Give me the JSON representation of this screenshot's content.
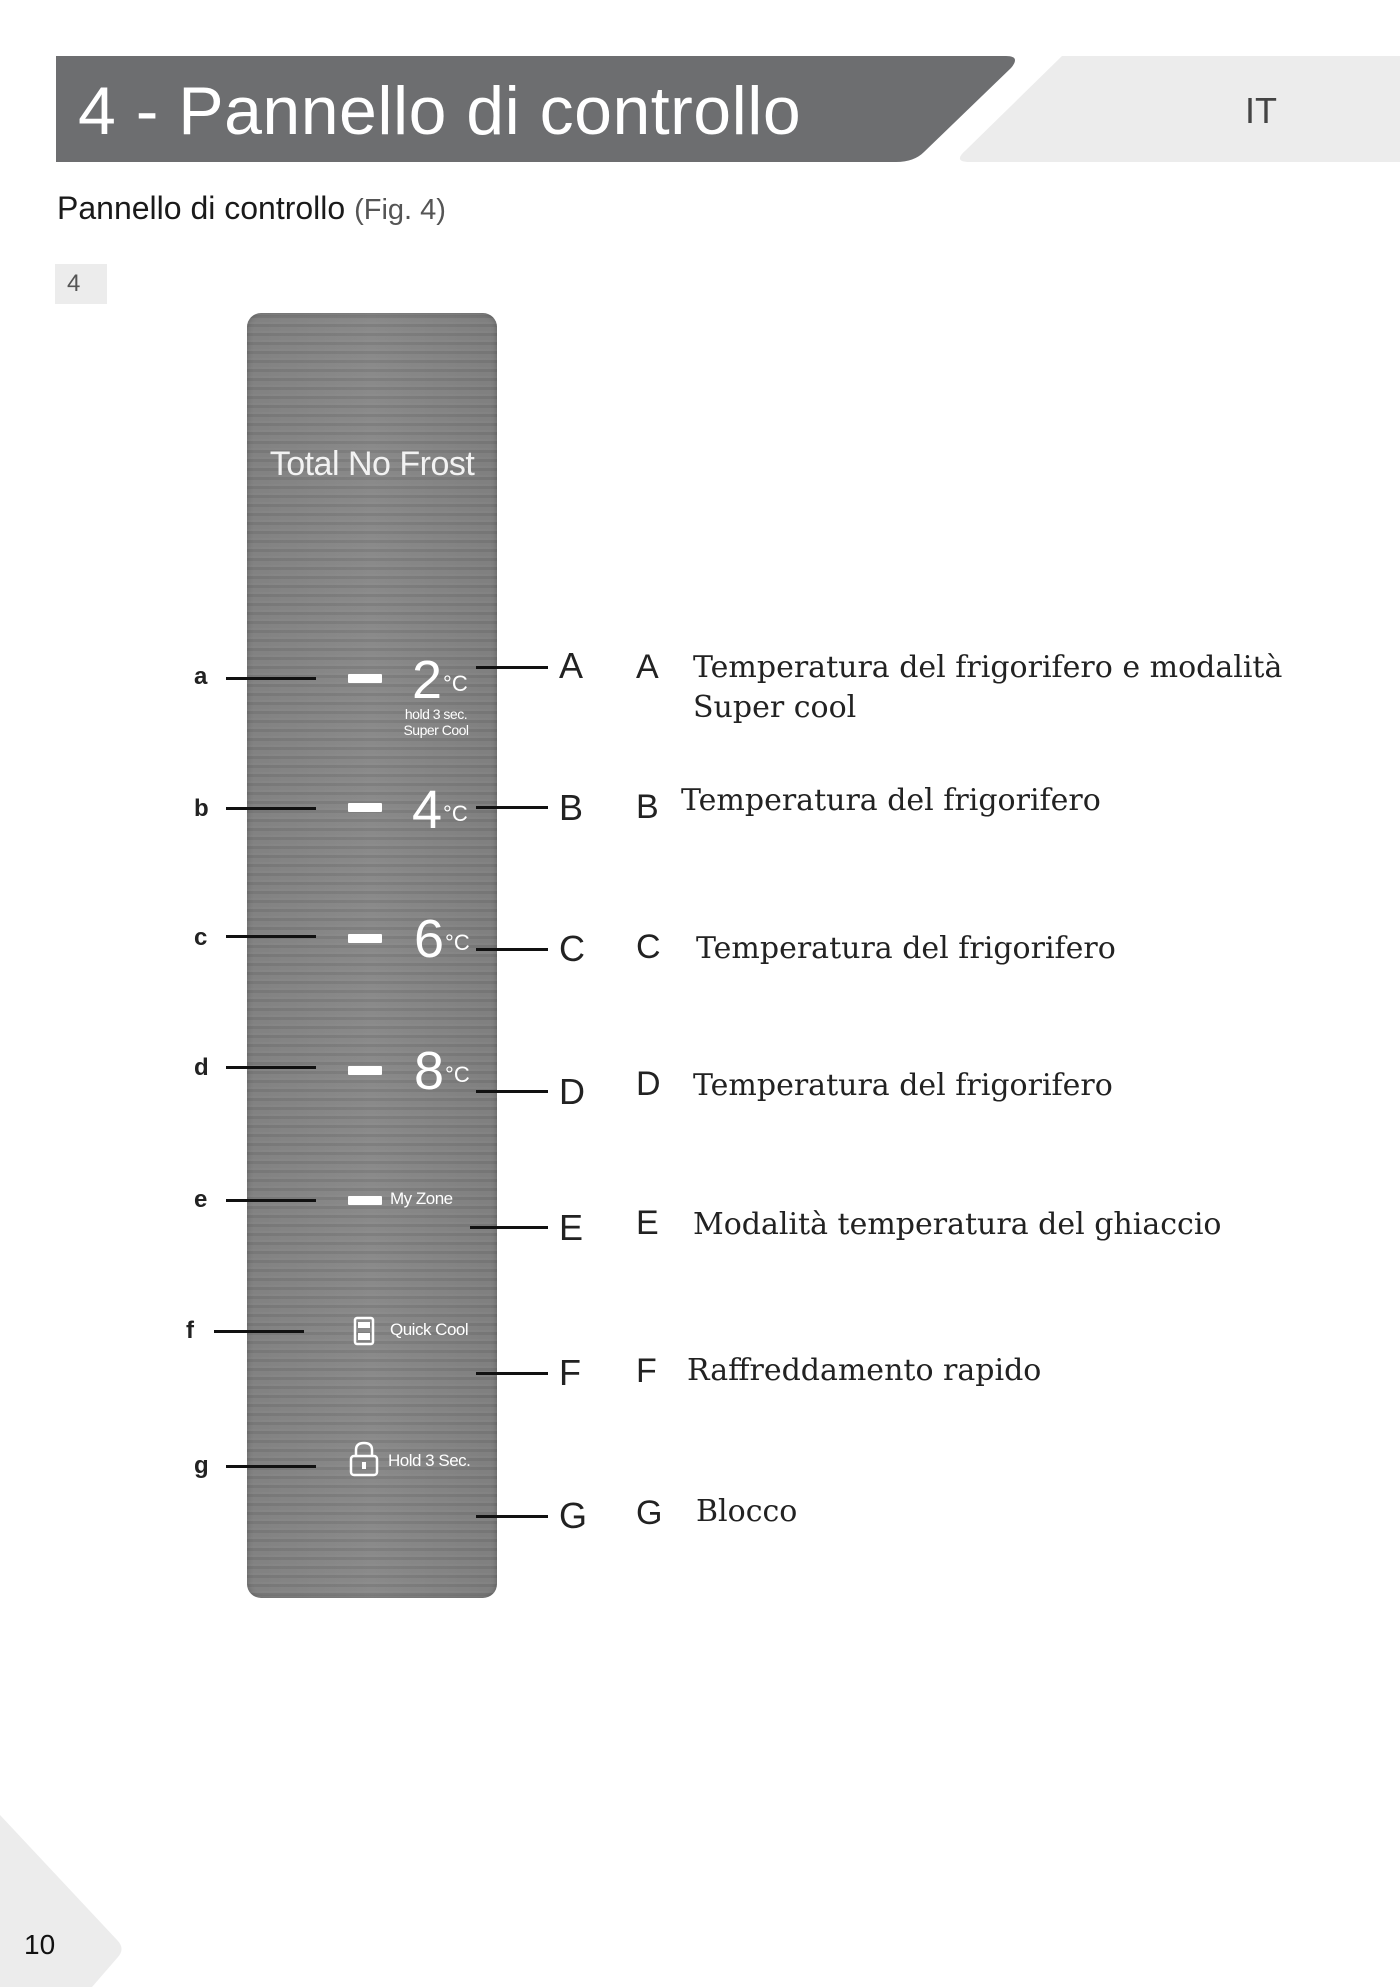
{
  "header": {
    "title": "4 - Pannello di controllo",
    "lang": "IT",
    "bar_color": "#6d6e70",
    "tab_color": "#ececec"
  },
  "section": {
    "title": "Pannello di controllo",
    "fig_ref": "(Fig. 4)"
  },
  "figure": {
    "number": "4",
    "panel": {
      "brand": "Total No Frost",
      "temps": [
        {
          "value": "2",
          "unit": "°C"
        },
        {
          "value": "4",
          "unit": "°C"
        },
        {
          "value": "6",
          "unit": "°C"
        },
        {
          "value": "8",
          "unit": "°C"
        }
      ],
      "hint_line1": "hold 3 sec.",
      "hint_line2": "Super Cool",
      "myzone_label": "My Zone",
      "quickcool_label": "Quick Cool",
      "lock_label": "Hold 3 Sec."
    },
    "left_labels": [
      "a",
      "b",
      "c",
      "d",
      "e",
      "f",
      "g"
    ],
    "right_labels": [
      "A",
      "B",
      "C",
      "D",
      "E",
      "F",
      "G"
    ]
  },
  "legend": [
    {
      "letter": "A",
      "text": "Temperatura del frigorifero e modalità Super cool"
    },
    {
      "letter": "B",
      "text": "Temperatura del frigorifero"
    },
    {
      "letter": "C",
      "text": "Temperatura del frigorifero"
    },
    {
      "letter": "D",
      "text": "Temperatura del frigorifero"
    },
    {
      "letter": "E",
      "text": "Modalità temperatura del ghiaccio"
    },
    {
      "letter": "F",
      "text": "Raffreddamento rapido"
    },
    {
      "letter": "G",
      "text": "Blocco"
    }
  ],
  "footer": {
    "page_number": "10"
  }
}
